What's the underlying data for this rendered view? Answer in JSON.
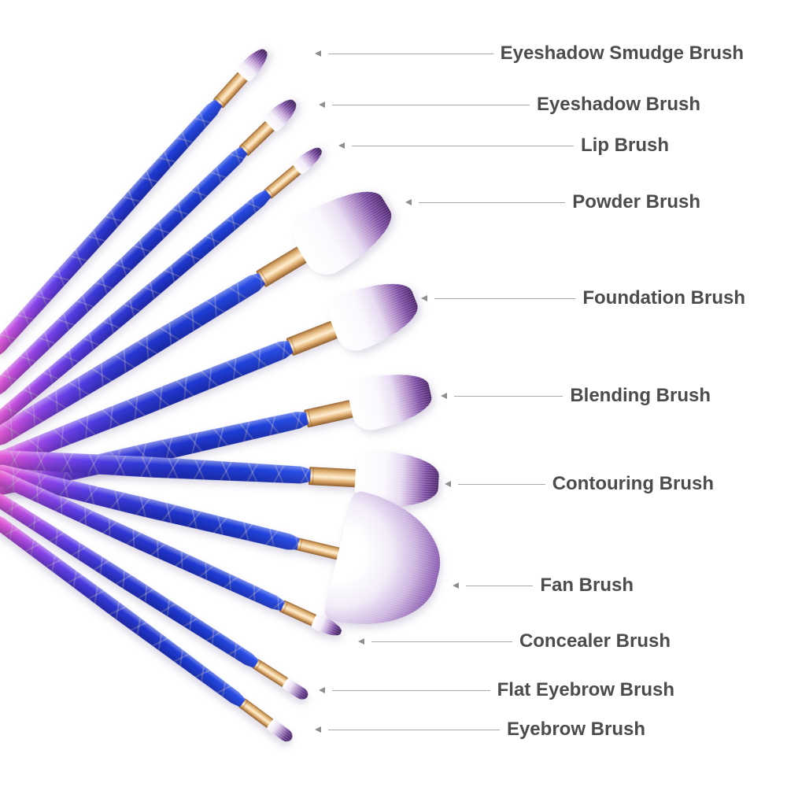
{
  "brushes": [
    {
      "label": "Eyeshadow Smudge Brush"
    },
    {
      "label": "Eyeshadow Brush"
    },
    {
      "label": "Lip Brush"
    },
    {
      "label": "Powder Brush"
    },
    {
      "label": "Foundation Brush"
    },
    {
      "label": "Blending Brush"
    },
    {
      "label": "Contouring Brush"
    },
    {
      "label": "Fan Brush"
    },
    {
      "label": "Concealer Brush"
    },
    {
      "label": "Flat Eyebrow Brush"
    },
    {
      "label": "Eyebrow Brush"
    }
  ],
  "colors": {
    "background": "#ffffff",
    "label_text": "#4c4c4c",
    "leader_line": "#a8a8a8",
    "handle_blue": "#2036cf",
    "handle_violet": "#8b45ea",
    "handle_pink": "#f060cf",
    "ferrule_rose_gold": "#e4b478",
    "bristle_base_white": "#ffffff",
    "bristle_tip_purple": "#502b73"
  }
}
